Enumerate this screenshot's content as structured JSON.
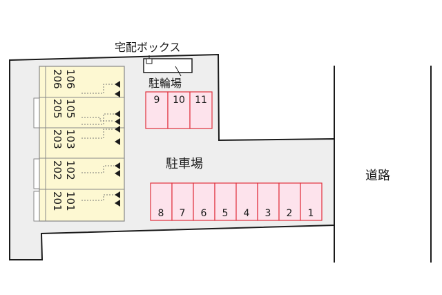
{
  "labels": {
    "delivery_box": "宅配ボックス",
    "bicycle_parking": "駐輪場",
    "parking_lot": "駐車場",
    "road": "道路"
  },
  "bicycle_spaces": [
    "9",
    "10",
    "11"
  ],
  "parking_spaces": [
    "8",
    "7",
    "6",
    "5",
    "4",
    "3",
    "2",
    "1"
  ],
  "units": [
    {
      "upper": "106",
      "lower": "206"
    },
    {
      "upper": "105",
      "lower": "205"
    },
    {
      "upper": "103",
      "lower": "203"
    },
    {
      "upper": "102",
      "lower": "202"
    },
    {
      "upper": "101",
      "lower": "201"
    }
  ],
  "colors": {
    "site": "#eeeeee",
    "building": "#fdf8d2",
    "space_fill": "#fde3ec",
    "space_border": "#e0303c",
    "outline": "#1a1a1a"
  }
}
